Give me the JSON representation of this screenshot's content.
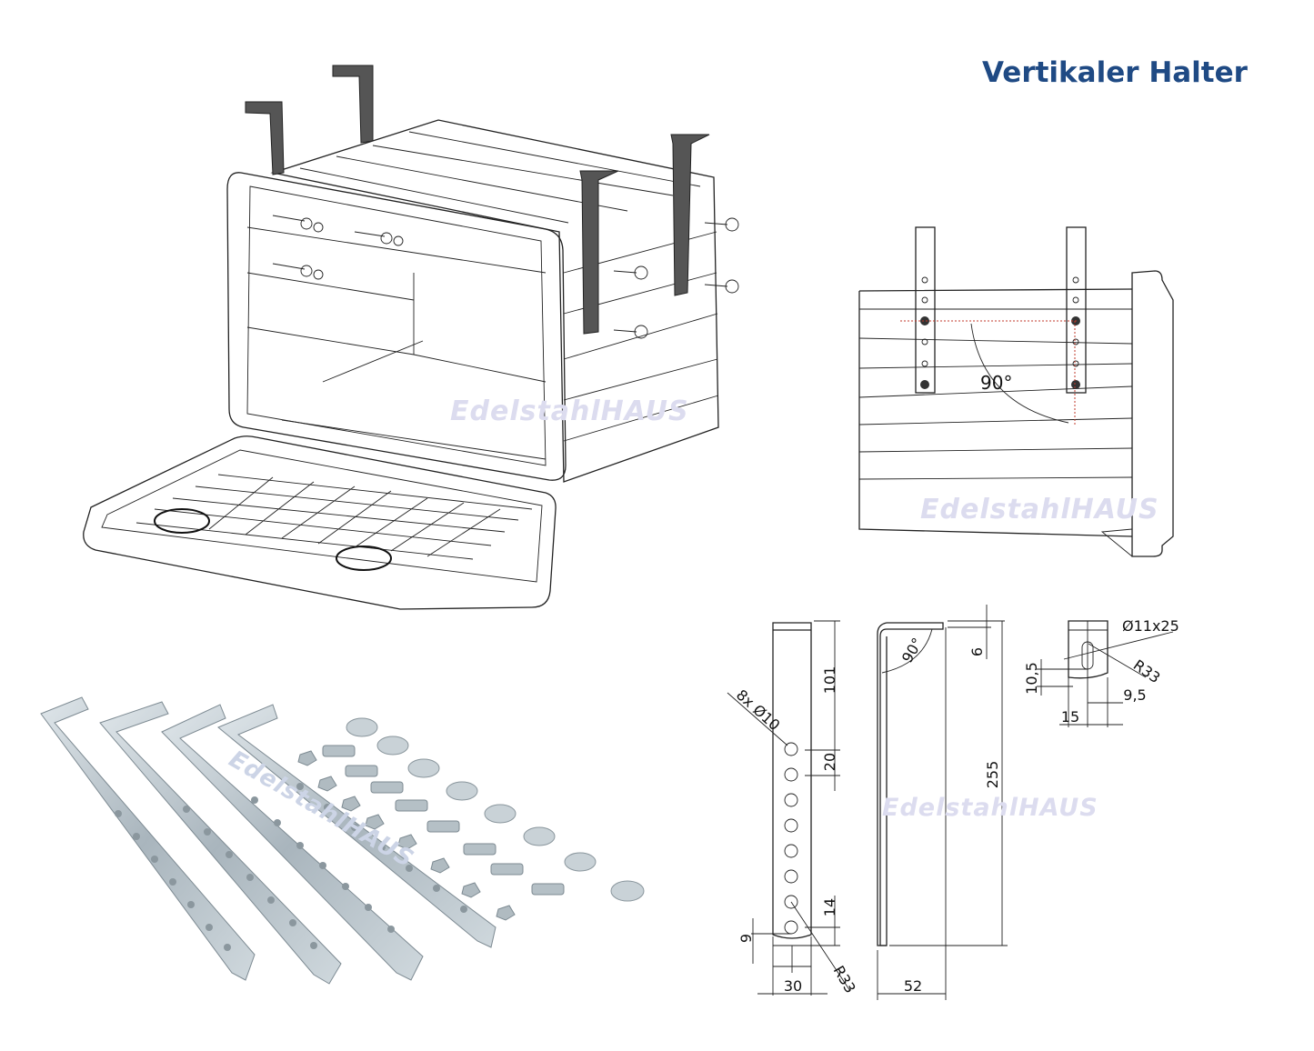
{
  "title": "Vertikaler Halter",
  "watermark": "EdelstahlHAUS",
  "side_view": {
    "angle_label": "90°"
  },
  "drawing": {
    "front_view": {
      "dim_top": "101",
      "dim_pitch": "20",
      "dim_lower": "14",
      "dim_bottom": "9",
      "dim_width": "30",
      "radius": "R33",
      "holes": "8x Ø10"
    },
    "side_view": {
      "angle": "90°",
      "thickness": "6",
      "height": "255",
      "depth": "52"
    },
    "detail": {
      "slot": "Ø11x25",
      "radius": "R33",
      "slot_height": "10,5",
      "slot_offset": "9,5",
      "width": "15"
    }
  },
  "colors": {
    "title": "#1f4a84",
    "watermark": "#dcdcef",
    "guide": "#c0392b",
    "steel": "#b9c4cc",
    "bracket_dark": "#555555"
  }
}
